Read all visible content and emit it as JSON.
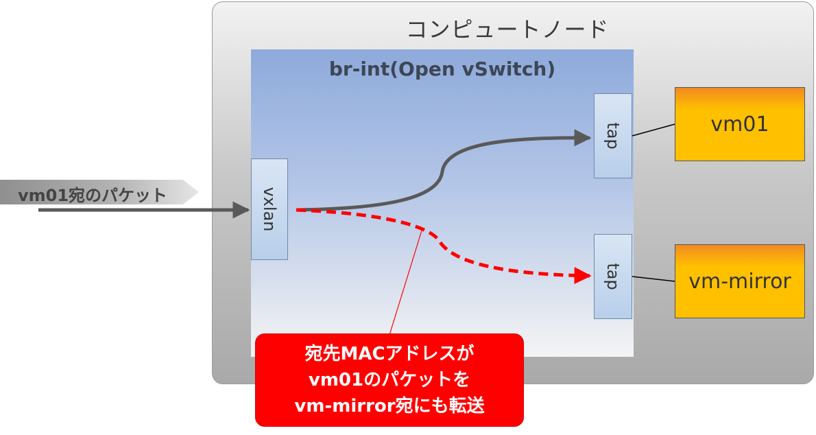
{
  "node": {
    "title": "コンピュートノード"
  },
  "bridge": {
    "title": "br-int(Open vSwitch)"
  },
  "ports": {
    "vxlan": "vxlan",
    "tap_vm01": "tap",
    "tap_mirror": "tap"
  },
  "vms": {
    "vm01": "vm01",
    "vm_mirror": "vm-mirror"
  },
  "incoming": {
    "label": "vm01宛のパケット"
  },
  "callout": {
    "lines": [
      "宛先MACアドレスが",
      "vm01のパケットを",
      "vm-mirror宛にも転送"
    ]
  },
  "colors": {
    "flow_normal": "#595959",
    "flow_mirror": "#ff0000",
    "vm_fill": "#ffc000",
    "vm_top": "#f28a22"
  }
}
